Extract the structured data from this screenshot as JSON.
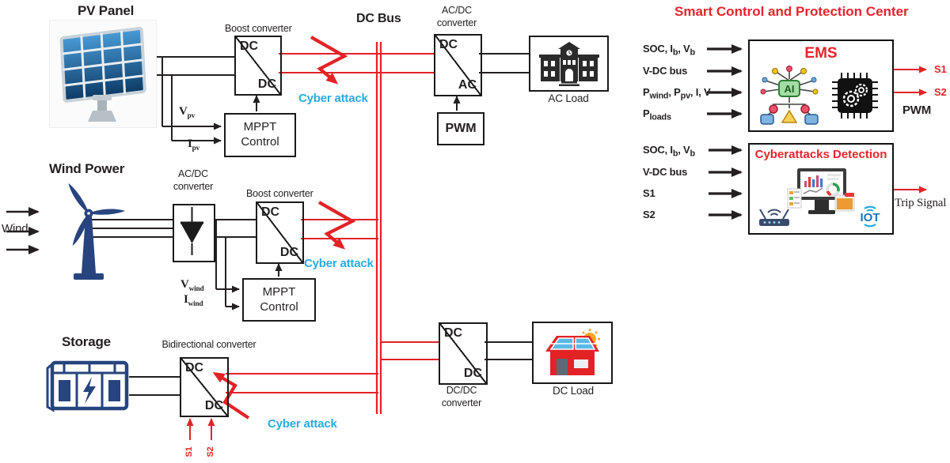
{
  "colors": {
    "wire_black": "#231f20",
    "wire_red": "#e32226",
    "cyber_blue": "#29abe2",
    "navy": "#27447e",
    "accent_red": "#e8222d"
  },
  "cyber_attack_label": "Cyber attack",
  "bus": {
    "label": "DC Bus"
  },
  "pv": {
    "title": "PV Panel",
    "converter_label": "Boost converter",
    "conv_top": "DC",
    "conv_bottom": "DC",
    "mppt_line1": "MPPT",
    "mppt_line2": "Control",
    "v_signal": [
      {
        "t": "V"
      },
      {
        "s": "pv"
      }
    ],
    "i_signal": [
      {
        "t": "I"
      },
      {
        "s": "pv"
      }
    ]
  },
  "wind": {
    "title": "Wind Power",
    "source_label": "Wind",
    "rect_label_1": "AC/DC",
    "rect_label_2": "converter",
    "converter_label": "Boost converter",
    "conv_top": "DC",
    "conv_bottom": "DC",
    "mppt_line1": "MPPT",
    "mppt_line2": "Control",
    "v_signal": [
      {
        "t": "V"
      },
      {
        "s": "wind"
      }
    ],
    "i_signal": [
      {
        "t": "I"
      },
      {
        "s": "wind"
      }
    ]
  },
  "storage": {
    "title": "Storage",
    "converter_label": "Bidirectional converter",
    "conv_top": "DC",
    "conv_bottom": "DC",
    "s1": "S1",
    "s2": "S2"
  },
  "inverter": {
    "label_1": "AC/DC",
    "label_2": "converter",
    "conv_top": "DC",
    "conv_bottom": "AC",
    "pwm": "PWM"
  },
  "ac_load": {
    "label": "AC Load"
  },
  "dcdc": {
    "label_1": "DC/DC",
    "label_2": "converter",
    "conv_top": "DC",
    "conv_bottom": "DC"
  },
  "dc_load": {
    "label": "DC Load"
  },
  "control_center": {
    "title": "Smart Control and Protection Center",
    "ems": {
      "title": "EMS",
      "ai_label": "AI",
      "inputs": [
        [
          {
            "t": "SOC, I"
          },
          {
            "s": "b"
          },
          {
            "t": ", V"
          },
          {
            "s": "b"
          }
        ],
        [
          {
            "t": "V-DC bus"
          }
        ],
        [
          {
            "t": "P"
          },
          {
            "s": "wind"
          },
          {
            "t": ", P"
          },
          {
            "s": "pv"
          },
          {
            "t": ", I, V"
          }
        ],
        [
          {
            "t": "P"
          },
          {
            "s": "loads"
          }
        ]
      ],
      "out_s1": "S1",
      "out_s2": "S2",
      "out_pwm": "PWM"
    },
    "detection": {
      "title": "Cyberattacks Detection",
      "iot_label": "IOT",
      "inputs": [
        [
          {
            "t": "SOC, I"
          },
          {
            "s": "b"
          },
          {
            "t": ", V"
          },
          {
            "s": "b"
          }
        ],
        [
          {
            "t": "V-DC bus"
          }
        ],
        [
          {
            "t": "S1"
          }
        ],
        [
          {
            "t": "S2"
          }
        ]
      ],
      "output": "Trip Signal"
    }
  }
}
